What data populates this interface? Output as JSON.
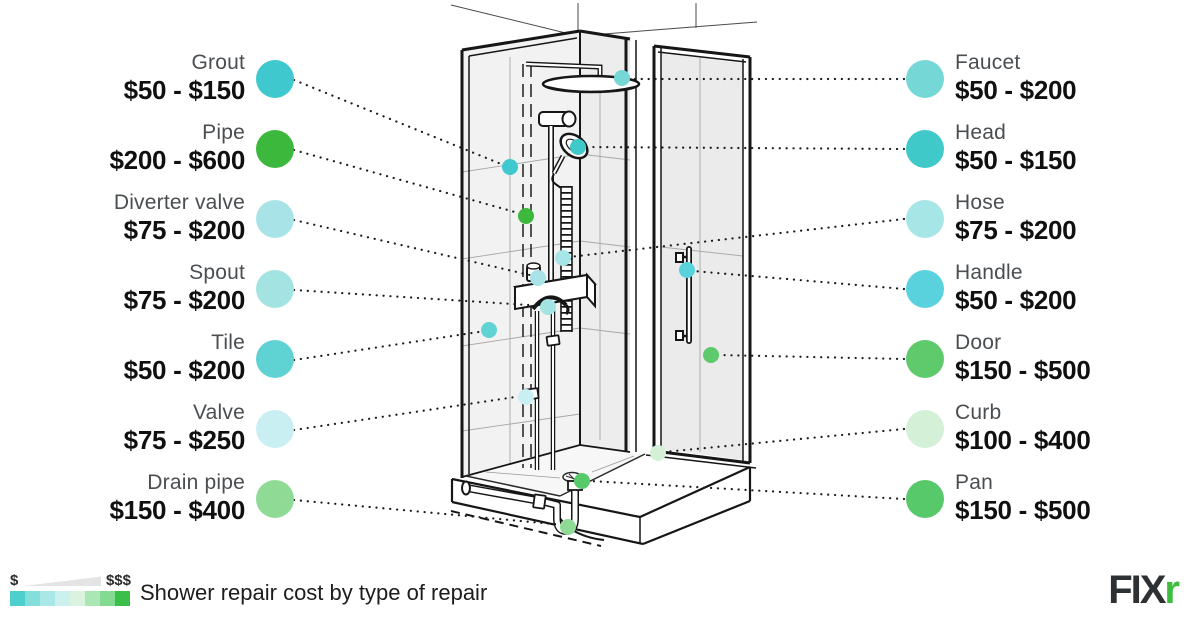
{
  "title": "Shower repair cost by type of repair",
  "scale": {
    "low_label": "$",
    "high_label": "$$$",
    "colors": [
      "#4DCFCD",
      "#83DEDC",
      "#A9E8E6",
      "#CBF0EE",
      "#D9F3DE",
      "#ABE7B4",
      "#82DB90",
      "#3CBE4B"
    ]
  },
  "logo": {
    "text": "FIX",
    "accent": "r",
    "accent_color": "#3CBE3C"
  },
  "left_items": [
    {
      "label": "Grout",
      "price": "$50 - $150",
      "color": "#3FC8CD"
    },
    {
      "label": "Pipe",
      "price": "$200 - $600",
      "color": "#3CB93C"
    },
    {
      "label": "Diverter valve",
      "price": "$75 - $200",
      "color": "#A8E4E7"
    },
    {
      "label": "Spout",
      "price": "$75 - $200",
      "color": "#A3E4E2"
    },
    {
      "label": "Tile",
      "price": "$50 - $200",
      "color": "#5FD3D3"
    },
    {
      "label": "Valve",
      "price": "$75 - $250",
      "color": "#C9EFF2"
    },
    {
      "label": "Drain pipe",
      "price": "$150 - $400",
      "color": "#8FDB96"
    }
  ],
  "right_items": [
    {
      "label": "Faucet",
      "price": "$50 - $200",
      "color": "#76D7D7"
    },
    {
      "label": "Head",
      "price": "$50 - $150",
      "color": "#3FC9C9"
    },
    {
      "label": "Hose",
      "price": "$75 - $200",
      "color": "#A6E6E6"
    },
    {
      "label": "Handle",
      "price": "$50 - $200",
      "color": "#59D2DE"
    },
    {
      "label": "Door",
      "price": "$150 - $500",
      "color": "#5ECA6B"
    },
    {
      "label": "Curb",
      "price": "$100 - $400",
      "color": "#D4F0D6"
    },
    {
      "label": "Pan",
      "price": "$150 - $500",
      "color": "#57C96A"
    }
  ]
}
